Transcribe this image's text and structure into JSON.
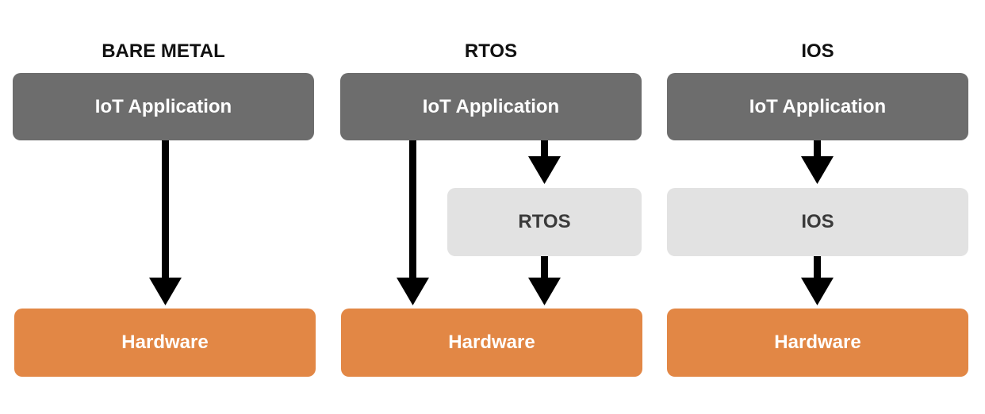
{
  "colors": {
    "application": "#6d6d6d",
    "os_layer": "#e2e2e2",
    "hardware": "#e28745",
    "arrow": "#000000"
  },
  "columns": [
    {
      "title": "BARE METAL",
      "application": "IoT Application",
      "hardware": "Hardware"
    },
    {
      "title": "RTOS",
      "application": "IoT Application",
      "middle": "RTOS",
      "hardware": "Hardware"
    },
    {
      "title": "IOS",
      "application": "IoT Application",
      "middle": "IOS",
      "hardware": "Hardware"
    }
  ],
  "arrows": [
    {
      "from": "bare-metal-application",
      "to": "bare-metal-hardware"
    },
    {
      "from": "rtos-application",
      "to": "rtos-hardware"
    },
    {
      "from": "rtos-application",
      "to": "rtos-layer"
    },
    {
      "from": "rtos-layer",
      "to": "rtos-hardware"
    },
    {
      "from": "ios-application",
      "to": "ios-layer"
    },
    {
      "from": "ios-layer",
      "to": "ios-hardware"
    }
  ]
}
